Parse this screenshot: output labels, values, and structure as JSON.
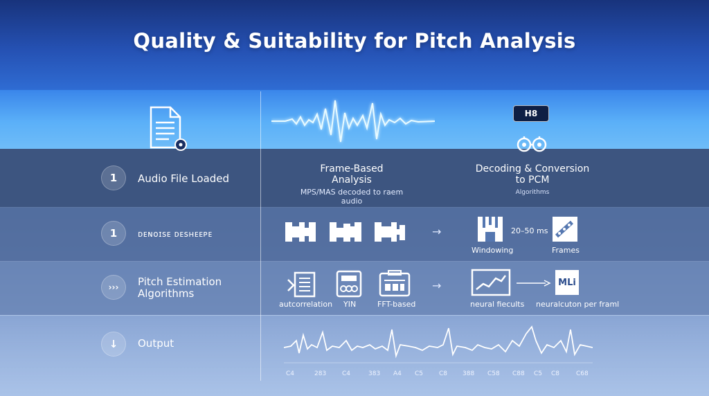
{
  "title": "Quality & Suitability for Pitch Analysis",
  "steps": [
    {
      "badge": "1",
      "label": "Audio File Loaded"
    },
    {
      "badge": "1",
      "label": "ᴅᴇɴᴏɪꜱᴇ ᴅᴇꜱʜᴇᴇᴘᴇ"
    },
    {
      "badge": "›››",
      "label_line1": "Pitch Estimation",
      "label_line2": "Algorithms"
    },
    {
      "badge": "↓",
      "label": "Output"
    }
  ],
  "header_badge": "H8",
  "frame_based": {
    "line1": "Frame-Based",
    "line2": "Analysis",
    "caption": "MPS/MAS decoded to raem audio"
  },
  "decoding": {
    "line1": "Decoding & Conversion",
    "line2": "to PCM",
    "caption": "Algorithms"
  },
  "row2": {
    "windowing_label": "Windowing",
    "range_label": "20–50 ms",
    "frames_label": "Frames",
    "arrow": "→"
  },
  "row3": {
    "labels": [
      "autcorrelation",
      "YIN",
      "FFT-based"
    ],
    "arrow": "→",
    "neural_features": "neural fiecults",
    "neural_per_frame": "neuralcuton per framl",
    "ml_badge": "MLi"
  },
  "output_ticks": [
    "C4",
    "283",
    "C4",
    "383",
    "A4",
    "C5",
    "C8",
    "388",
    "C58",
    "C88",
    "C5",
    "C8",
    "C68"
  ],
  "colors": {
    "accent": "#6fd3ff",
    "wave": "#ffffff",
    "pill_bg": "#0f1f44"
  }
}
